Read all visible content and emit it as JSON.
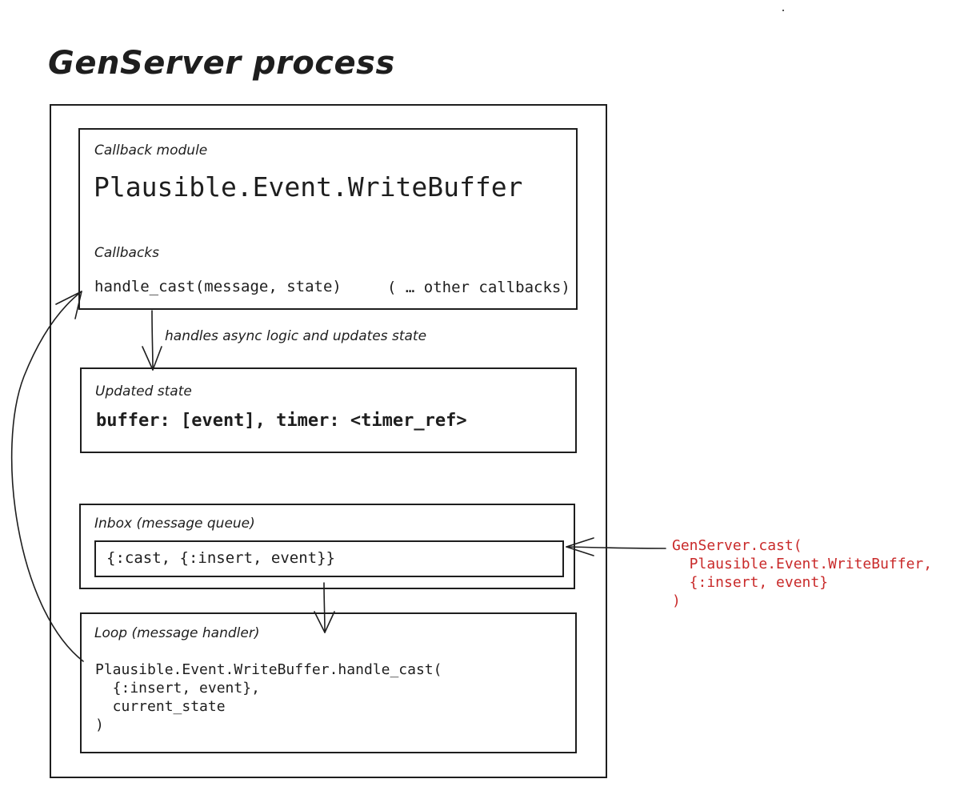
{
  "title": "GenServer process",
  "callback_module": {
    "label": "Callback module",
    "module_name": "Plausible.Event.WriteBuffer",
    "callbacks_label": "Callbacks",
    "handle_cast": "handle_cast(message, state)",
    "other_callbacks": "( … other callbacks)"
  },
  "arrow_label": "handles async logic and updates state",
  "updated_state": {
    "label": "Updated state",
    "value": "buffer: [event], timer: <timer_ref>"
  },
  "inbox": {
    "label": "Inbox (message queue)",
    "message": "{:cast, {:insert, event}}"
  },
  "external_call": {
    "code": "GenServer.cast(\n  Plausible.Event.WriteBuffer,\n  {:insert, event}\n)",
    "color": "#c92a2a"
  },
  "loop": {
    "label": "Loop (message handler)",
    "code": "Plausible.Event.WriteBuffer.handle_cast(\n  {:insert, event},\n  current_state\n)"
  }
}
